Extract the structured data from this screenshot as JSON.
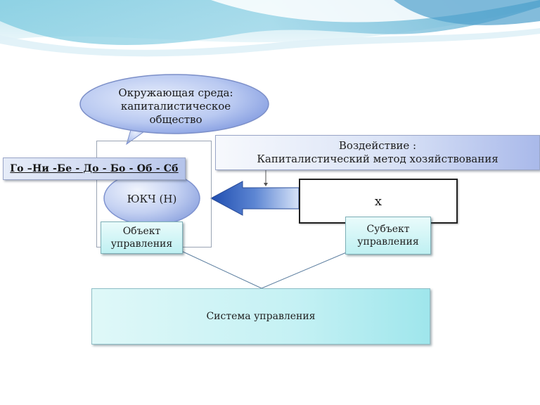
{
  "diagram": {
    "environment_bubble": {
      "lines": [
        "Окружающая среда:",
        "капиталистическое",
        "общество"
      ]
    },
    "impact_box": {
      "line1": "Воздействие :",
      "line2": "Капиталистический метод хозяйствования"
    },
    "chain_label": "Го –Ни -Бе - До - Бо - Об - Сб",
    "yk_ellipse": "ЮКЧ (Н)",
    "x_box": "x",
    "object_box": {
      "line1": "Объект",
      "line2": "управления"
    },
    "subject_box": {
      "line1": "Субъект",
      "line2": "управления"
    },
    "system_box": "Система управления"
  }
}
